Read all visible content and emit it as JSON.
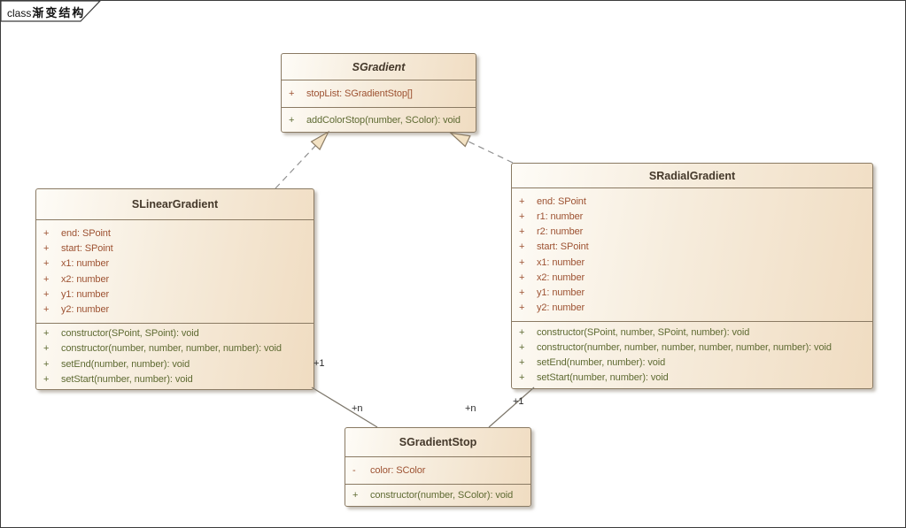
{
  "frame": {
    "keyword": "class",
    "title": "渐变结构"
  },
  "colors": {
    "attribute_text": "#9d5232",
    "operation_text": "#5e6a32",
    "class_title_text": "#44382a",
    "box_border": "#8a7a63",
    "box_fill_left": "#fefcf7",
    "box_fill_right": "#f0dcc1",
    "connector_line": "#8f8f8f",
    "arrowhead_fill": "#f3e2c4",
    "frame_border": "#3c3c3c"
  },
  "classes": [
    {
      "name": "SGradient",
      "abstract": true,
      "attributes": [
        {
          "visibility": "+",
          "text": "stopList: SGradientStop[]"
        }
      ],
      "operations": [
        {
          "visibility": "+",
          "text": "addColorStop(number, SColor): void"
        }
      ]
    },
    {
      "name": "SLinearGradient",
      "abstract": false,
      "attributes": [
        {
          "visibility": "+",
          "text": "end: SPoint"
        },
        {
          "visibility": "+",
          "text": "start: SPoint"
        },
        {
          "visibility": "+",
          "text": "x1: number"
        },
        {
          "visibility": "+",
          "text": "x2: number"
        },
        {
          "visibility": "+",
          "text": "y1: number"
        },
        {
          "visibility": "+",
          "text": "y2: number"
        }
      ],
      "operations": [
        {
          "visibility": "+",
          "text": "constructor(SPoint, SPoint): void"
        },
        {
          "visibility": "+",
          "text": "constructor(number, number, number, number): void"
        },
        {
          "visibility": "+",
          "text": "setEnd(number, number): void"
        },
        {
          "visibility": "+",
          "text": "setStart(number, number): void"
        }
      ]
    },
    {
      "name": "SRadialGradient",
      "abstract": false,
      "attributes": [
        {
          "visibility": "+",
          "text": "end: SPoint"
        },
        {
          "visibility": "+",
          "text": "r1: number"
        },
        {
          "visibility": "+",
          "text": "r2: number"
        },
        {
          "visibility": "+",
          "text": "start: SPoint"
        },
        {
          "visibility": "+",
          "text": "x1: number"
        },
        {
          "visibility": "+",
          "text": "x2: number"
        },
        {
          "visibility": "+",
          "text": "y1: number"
        },
        {
          "visibility": "+",
          "text": "y2: number"
        }
      ],
      "operations": [
        {
          "visibility": "+",
          "text": "constructor(SPoint, number, SPoint, number): void"
        },
        {
          "visibility": "+",
          "text": "constructor(number, number, number, number, number, number): void"
        },
        {
          "visibility": "+",
          "text": "setEnd(number, number): void"
        },
        {
          "visibility": "+",
          "text": "setStart(number, number): void"
        }
      ]
    },
    {
      "name": "SGradientStop",
      "abstract": false,
      "attributes": [
        {
          "visibility": "-",
          "text": "color: SColor"
        }
      ],
      "operations": [
        {
          "visibility": "+",
          "text": "constructor(number, SColor): void"
        }
      ]
    }
  ],
  "relationships": [
    {
      "type": "realization",
      "from": "SLinearGradient",
      "to": "SGradient"
    },
    {
      "type": "realization",
      "from": "SRadialGradient",
      "to": "SGradient"
    },
    {
      "type": "association",
      "from": "SLinearGradient",
      "to": "SGradientStop",
      "from_multiplicity": "+1",
      "to_multiplicity": "+n"
    },
    {
      "type": "association",
      "from": "SRadialGradient",
      "to": "SGradientStop",
      "from_multiplicity": "+1",
      "to_multiplicity": "+n"
    }
  ]
}
